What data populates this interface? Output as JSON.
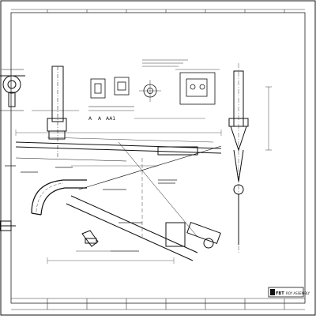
{
  "sheet": {
    "section_a_label": "A",
    "note_lines": [
      "A",
      "AA1"
    ],
    "title_block_mark": "FBT",
    "title_block_text": "ROY ASSEMBLY"
  },
  "colors": {
    "ink": "#111111",
    "paper": "#ffffff",
    "grid": "#555555"
  }
}
